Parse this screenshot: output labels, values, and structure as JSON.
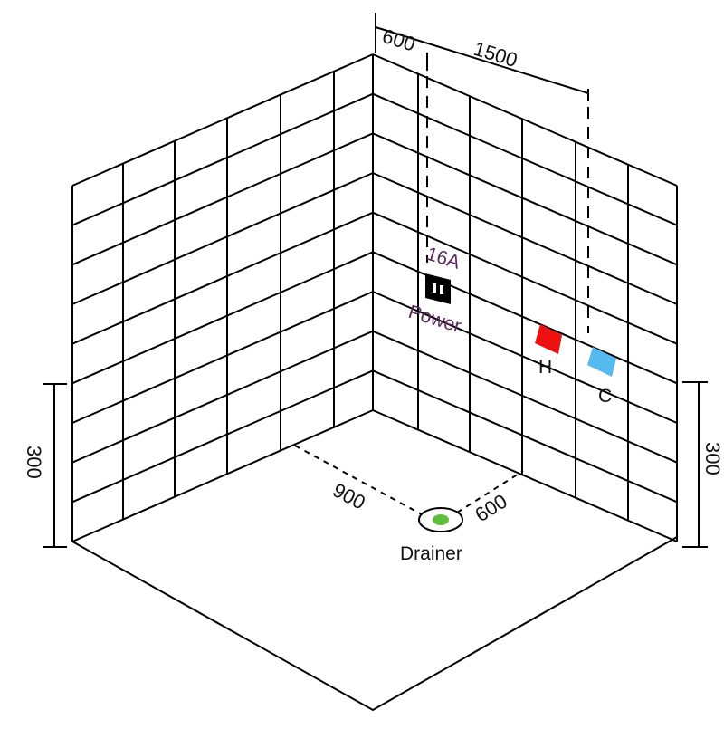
{
  "labels": {
    "dim_top_short": "600",
    "dim_top_long": "1500",
    "dim_left_height": "300",
    "dim_right_height": "300",
    "dim_floor_left": "900",
    "dim_floor_right": "600",
    "socket_rating": "16A",
    "socket_label": "Power",
    "hot_label": "H",
    "cold_label": "C",
    "drain_label": "Drainer"
  },
  "colors": {
    "grid": "#000000",
    "socket": "#000000",
    "socket_text": "#5a2a5e",
    "hot": "#ee1111",
    "cold": "#55bbee",
    "drain_fill": "#5fbf3a"
  },
  "icons": {
    "socket": "power-socket-icon",
    "hot": "hot-water-outlet-icon",
    "cold": "cold-water-outlet-icon",
    "drain": "floor-drain-icon"
  }
}
